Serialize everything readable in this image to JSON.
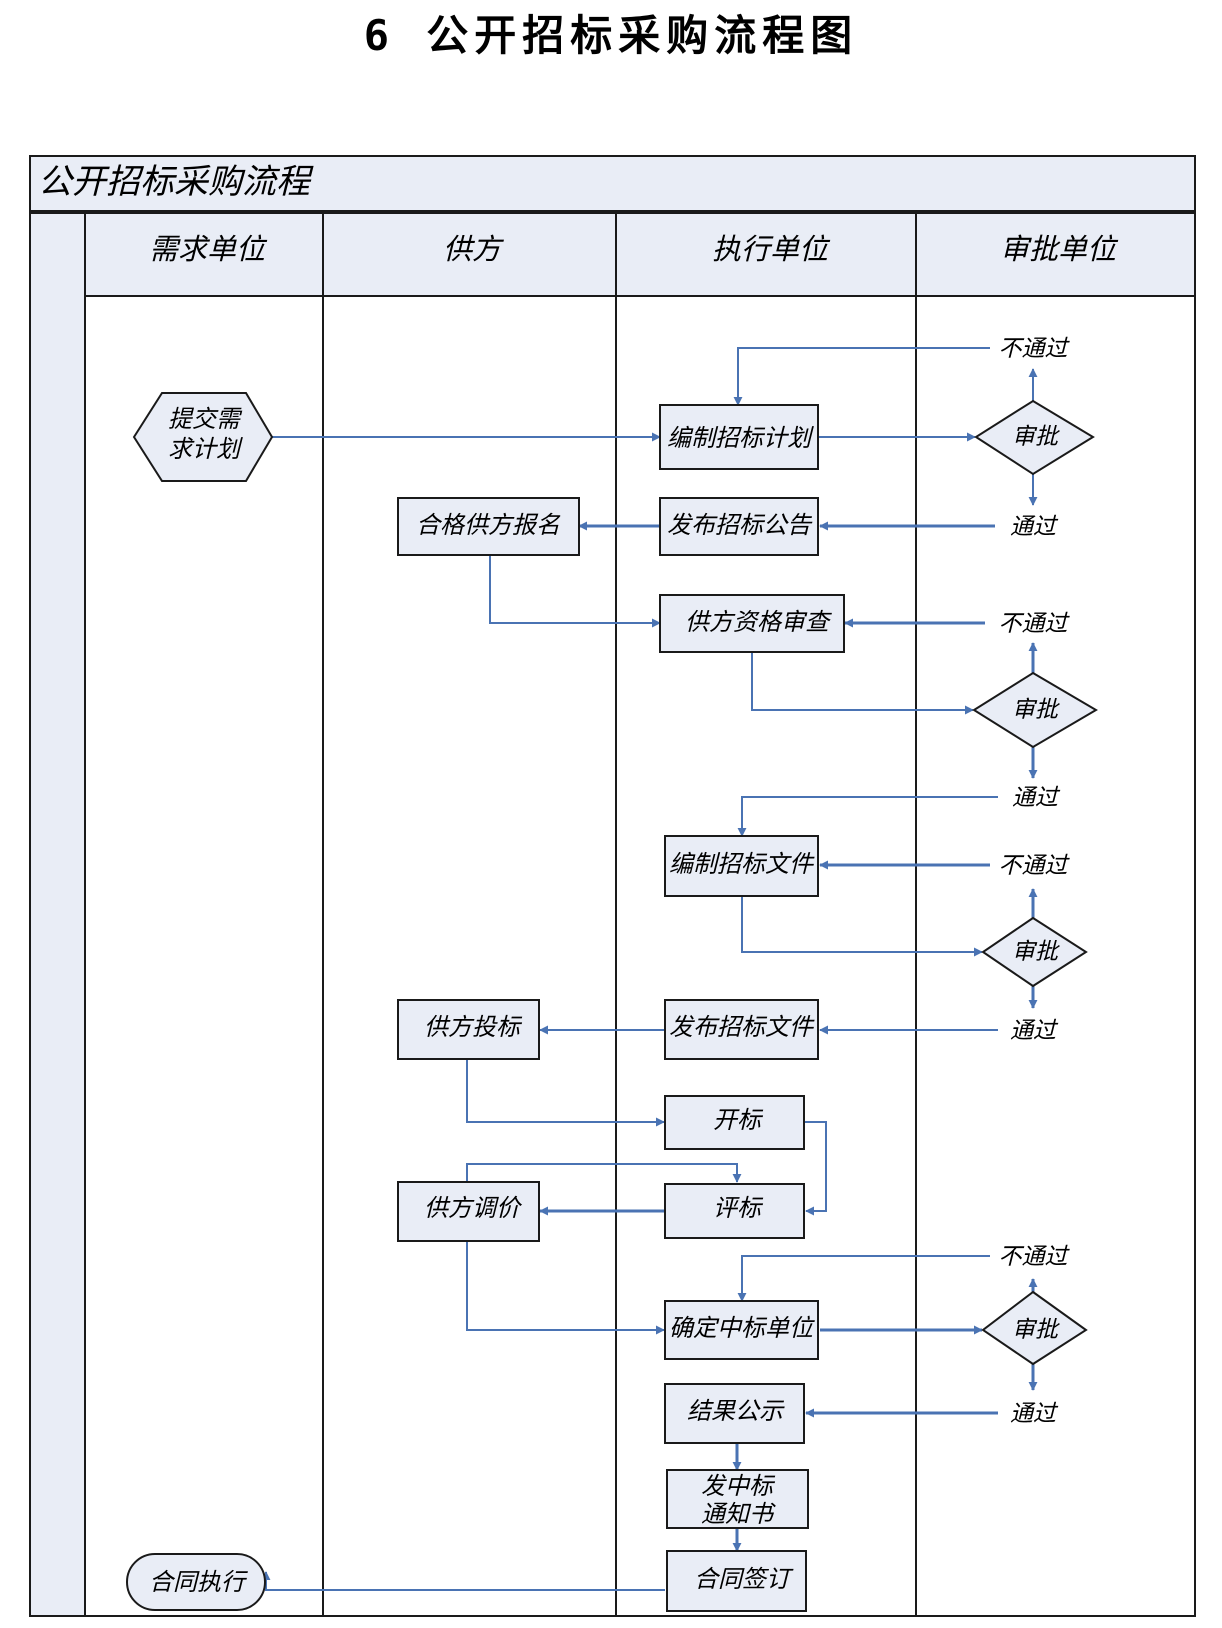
{
  "page_title": "6 公开招标采购流程图",
  "diagram": {
    "title": "公开招标采购流程",
    "lanes": [
      "需求单位",
      "供方",
      "执行单位",
      "审批单位"
    ],
    "nodes": {
      "submit_line1": "提交需",
      "submit_line2": "求计划",
      "compile_plan": "编制招标计划",
      "publish_notice": "发布招标公告",
      "qualified_signup": "合格供方报名",
      "qualification_review": "供方资格审查",
      "compile_docs": "编制招标文件",
      "publish_docs": "发布招标文件",
      "supplier_bid": "供方投标",
      "bid_open": "开标",
      "bid_eval": "评标",
      "price_adjust": "供方调价",
      "decide_winner": "确定中标单位",
      "result_publicity": "结果公示",
      "notice_line1": "发中标",
      "notice_line2": "通知书",
      "contract_sign": "合同签订",
      "contract_exec": "合同执行"
    },
    "approval_label": "审批",
    "pass_label": "通过",
    "fail_label": "不通过"
  },
  "colors": {
    "lane_fill": "#e9edf6",
    "node_fill": "#e9edf6",
    "border": "#1a1a1a",
    "arrow": "#4a73b3"
  }
}
